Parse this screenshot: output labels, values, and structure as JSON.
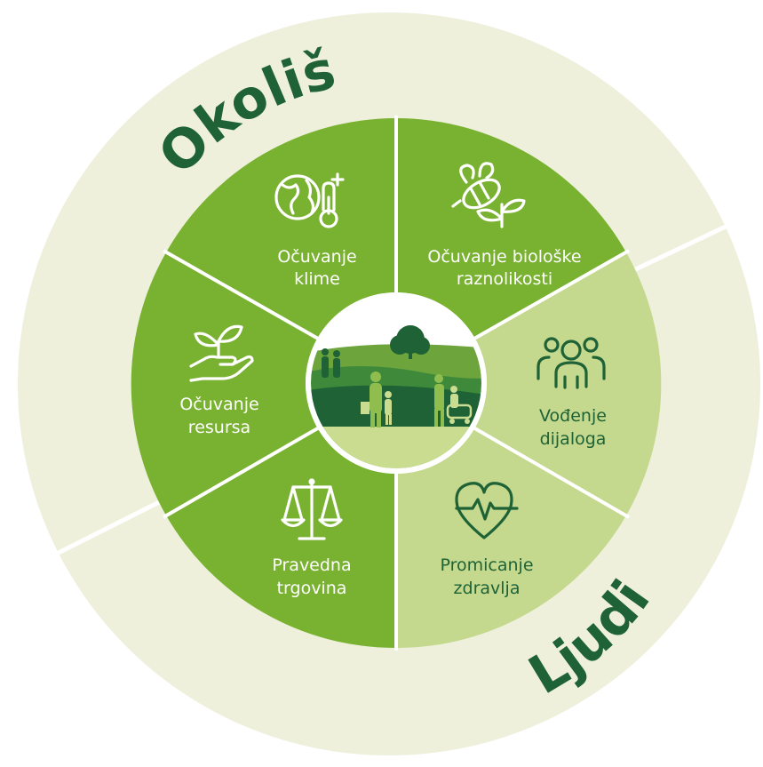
{
  "ring": {
    "environment_label": "Okoliš",
    "people_label": "Ljudi"
  },
  "segments": [
    {
      "id": "climate",
      "line1": "Očuvanje",
      "line2": "klime",
      "icon": "globe-thermometer-icon"
    },
    {
      "id": "biodiversity",
      "line1": "Očuvanje biološke",
      "line2": "raznolikosti",
      "icon": "bee-plant-icon"
    },
    {
      "id": "dialogue",
      "line1": "Vođenje",
      "line2": "dijaloga",
      "icon": "people-group-icon"
    },
    {
      "id": "health",
      "line1": "Promicanje",
      "line2": "zdravlja",
      "icon": "heart-pulse-icon"
    },
    {
      "id": "fairtrade",
      "line1": "Pravedna",
      "line2": "trgovina",
      "icon": "balance-scale-icon"
    },
    {
      "id": "resources",
      "line1": "Očuvanje",
      "line2": "resursa",
      "icon": "hand-sprout-icon"
    }
  ],
  "colors": {
    "outer_ring": "#eef0dc",
    "environment_segment": "#79b230",
    "people_segment": "#c4d98e",
    "dark_text": "#1e6236",
    "white_text": "#ffffff",
    "divider": "#ffffff"
  }
}
